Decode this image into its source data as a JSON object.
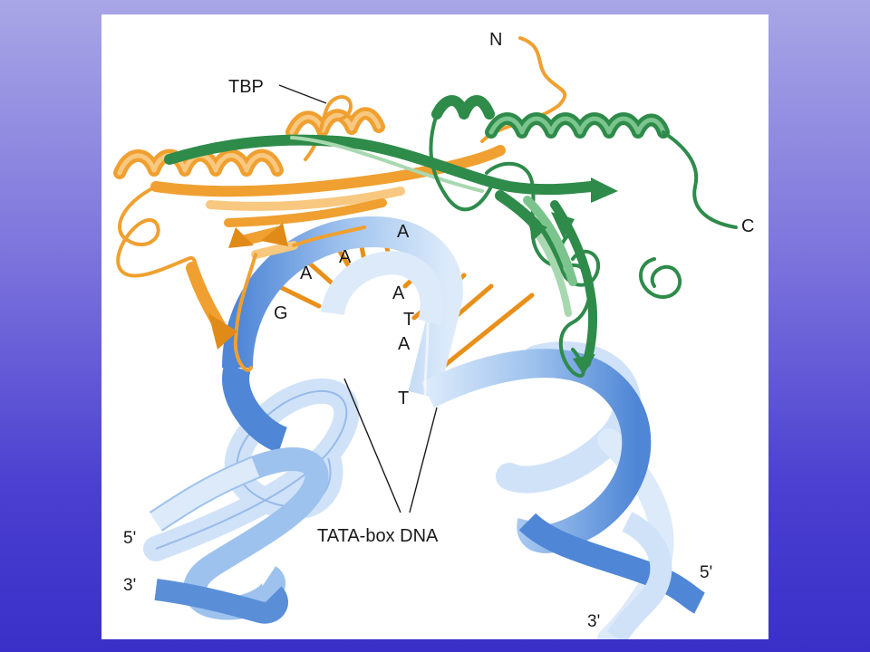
{
  "figure": {
    "labels": {
      "tbp": "TBP",
      "n_terminus": "N",
      "c_terminus": "C",
      "tata_box_dna": "TATA-box DNA",
      "five_prime_left": "5'",
      "three_prime_left": "3'",
      "five_prime_right": "5'",
      "three_prime_right": "3'"
    },
    "bases": [
      "G",
      "A",
      "A",
      "A",
      "A",
      "T",
      "A",
      "T"
    ],
    "colors": {
      "tbp_n_domain": "#f0a030",
      "tbp_c_domain": "#2e8b4a",
      "dna_light": "#cfe2f8",
      "dna_dark": "#5a8fd8",
      "base_pair": "#e8901a"
    }
  }
}
